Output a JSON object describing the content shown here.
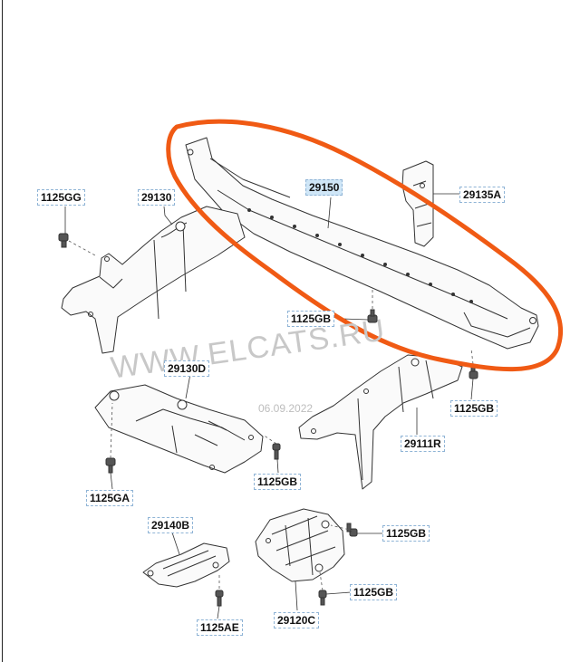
{
  "watermark": {
    "site": "WWW.ELCATS.RU",
    "date": "06.09.2022"
  },
  "labels": {
    "l1125GG": "1125GG",
    "l29130": "29130",
    "l29150": "29150",
    "l29135A": "29135A",
    "l1125GB_center": "1125GB",
    "l29130D": "29130D",
    "l1125GB_right": "1125GB",
    "l29111R": "29111R",
    "l1125GB_mid": "1125GB",
    "l1125GA": "1125GA",
    "l29140B": "29140B",
    "l1125GB_low1": "1125GB",
    "l1125GB_low2": "1125GB",
    "l1125AE": "1125AE",
    "l29120C": "29120C"
  },
  "colors": {
    "highlight_stroke": "#f05a14",
    "line": "#333333",
    "label_border": "#8fb4d6",
    "label_highlight_bg": "#cfe6f7"
  },
  "icons": [
    "bolt-icon",
    "clip-icon"
  ]
}
